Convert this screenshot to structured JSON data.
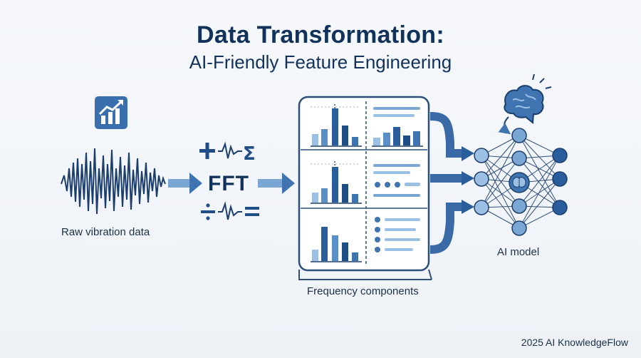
{
  "title": "Data Transformation:",
  "subtitle": "AI-Friendly Feature Engineering",
  "raw_label": "Raw vibration data",
  "fft_label": "FFT",
  "frequency_label": "Frequency components",
  "model_label": "AI model",
  "footer": "2025 AI KnowledgeFlow",
  "icons": [
    "trend-chart-icon",
    "plus-icon",
    "sigma-icon",
    "divide-icon",
    "equals-icon",
    "brain-icon"
  ],
  "colors": {
    "dark": "#1f4e86",
    "mid": "#3f74b0",
    "light": "#9cc0e3",
    "text": "#11325a"
  }
}
